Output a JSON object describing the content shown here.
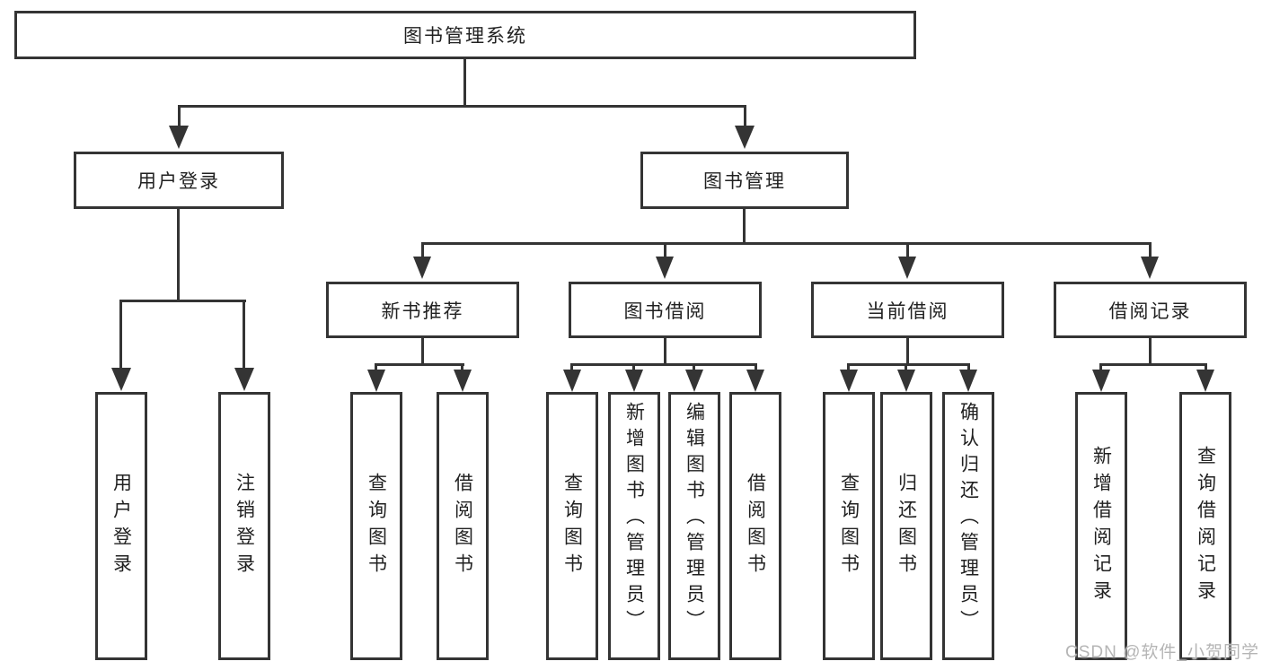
{
  "diagram": {
    "root": {
      "label": "图书管理系统"
    },
    "branches": {
      "user_login": {
        "label": "用户登录",
        "leaves": {
          "login": "用户登录",
          "logout": "注销登录"
        }
      },
      "book_mgmt": {
        "label": "图书管理",
        "groups": {
          "new_book_rec": {
            "label": "新书推荐",
            "leaves": {
              "query_book": "查询图书",
              "borrow_book": "借阅图书"
            }
          },
          "book_borrow": {
            "label": "图书借阅",
            "leaves": {
              "query_book": "查询图书",
              "add_book": "新增图书（管理员）",
              "edit_book": "编辑图书（管理员）",
              "borrow_book": "借阅图书"
            }
          },
          "current_borrow": {
            "label": "当前借阅",
            "leaves": {
              "query_book": "查询图书",
              "return_book": "归还图书",
              "confirm_return": "确认归还（管理员）"
            }
          },
          "borrow_record": {
            "label": "借阅记录",
            "leaves": {
              "add_record": "新增借阅记录",
              "query_record": "查询借阅记录"
            }
          }
        }
      }
    }
  },
  "colors": {
    "line": "#343434",
    "box_border": "#343434",
    "text": "#212121",
    "watermark": "#b5b5b5",
    "background": "#ffffff"
  },
  "watermark": "CSDN @软件_小贺同学"
}
